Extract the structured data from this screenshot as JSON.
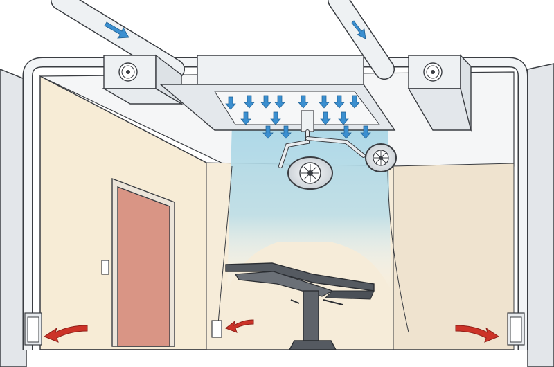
{
  "diagram": {
    "kind": "operating-room-ventilation",
    "labels": []
  },
  "palette": {
    "background": "#ffffff",
    "duct": "#eef1f3",
    "outline": "#3a3d42",
    "left_wall": "#f7ecd6",
    "back_wall": "#f6ecd9",
    "right_wall": "#efe3cf",
    "ceiling": "#f5f6f7",
    "door": "#d99585",
    "door_frame": "#ece5da",
    "airflow_zone": "#a9d6e6",
    "supply_arrow": "#3b8fd0",
    "exhaust_arrow": "#cc3328",
    "table": "#555a61"
  },
  "airflow": {
    "supply_arrow_count": 16,
    "ducts_in": 2,
    "exhaust_outlets": 3
  },
  "icons": [
    "fan-icon",
    "surgical-lamp-icon",
    "operating-table-icon",
    "door-icon",
    "light-switch-icon"
  ]
}
